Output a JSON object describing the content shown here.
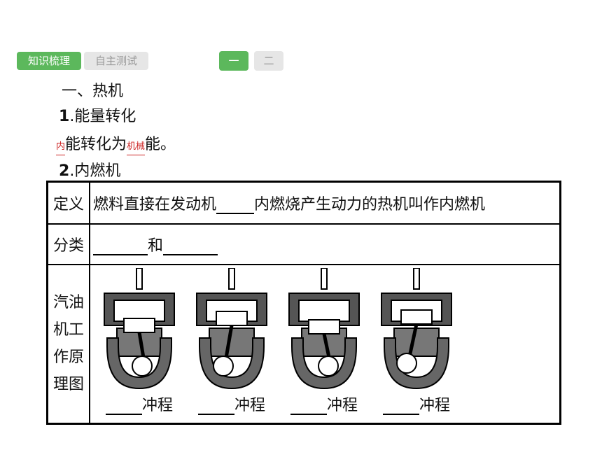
{
  "tabs": {
    "active": "知识梳理",
    "inactive": "自主测试"
  },
  "pager": {
    "p1": "一",
    "p2": "二"
  },
  "section_title": "一、热机",
  "sub1": {
    "num": "1",
    "text": "能量转化"
  },
  "energy_line": {
    "blank1": "内",
    "middle": "能转化为",
    "blank2": "机械",
    "end": "能。"
  },
  "sub2": {
    "num": "2",
    "text": "内燃机"
  },
  "table": {
    "row1": {
      "head": "定义",
      "pre": "燃料直接在发动机",
      "post": "内燃烧产生动力的热机叫作内燃机"
    },
    "row2": {
      "head": "分类",
      "mid": "和"
    },
    "row3": {
      "head_lines": [
        "汽油",
        "机工",
        "作原",
        "理图"
      ],
      "stroke_label": "冲程"
    }
  },
  "engine_icon": "four-stroke-engine-diagram-icon"
}
